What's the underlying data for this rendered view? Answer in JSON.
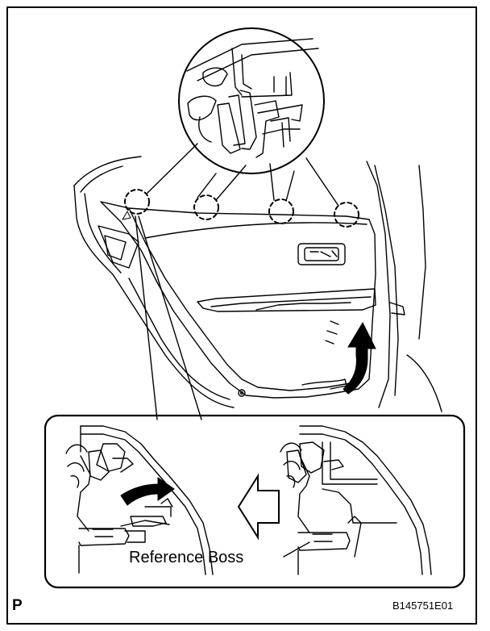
{
  "labels": {
    "reference_boss": "Reference Boss",
    "corner_letter": "P",
    "figure_code": "B145751E01"
  },
  "colors": {
    "line": "#000000",
    "background": "#ffffff"
  }
}
